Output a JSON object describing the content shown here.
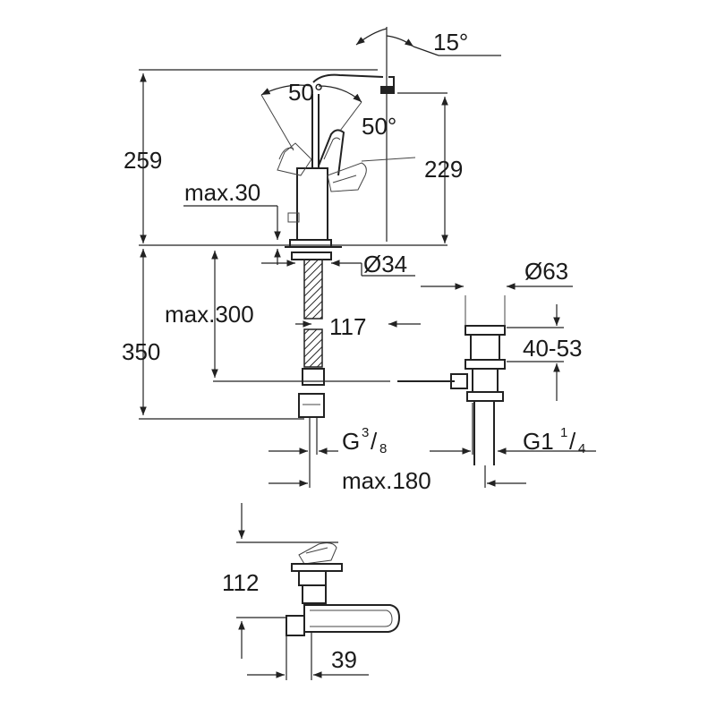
{
  "labels": {
    "spout_angle": "15°",
    "lever_angle_left": "50°",
    "lever_angle_right": "50°",
    "total_height": "259",
    "spout_height": "229",
    "deck_thickness": "max.30",
    "base_diameter": "Ø34",
    "drain_diameter": "Ø63",
    "hose_length": "max.300",
    "spout_reach": "117",
    "below_height": "350",
    "drain_range": "40-53",
    "inlet_thread_main": "G",
    "inlet_thread_num": "3",
    "inlet_thread_den": "8",
    "drain_thread_main": "G1",
    "drain_thread_num": "1",
    "drain_thread_den": "4",
    "drain_offset": "max.180",
    "lever_height": "112",
    "lever_offset": "39"
  },
  "colors": {
    "line": "#222222",
    "background": "#ffffff"
  }
}
